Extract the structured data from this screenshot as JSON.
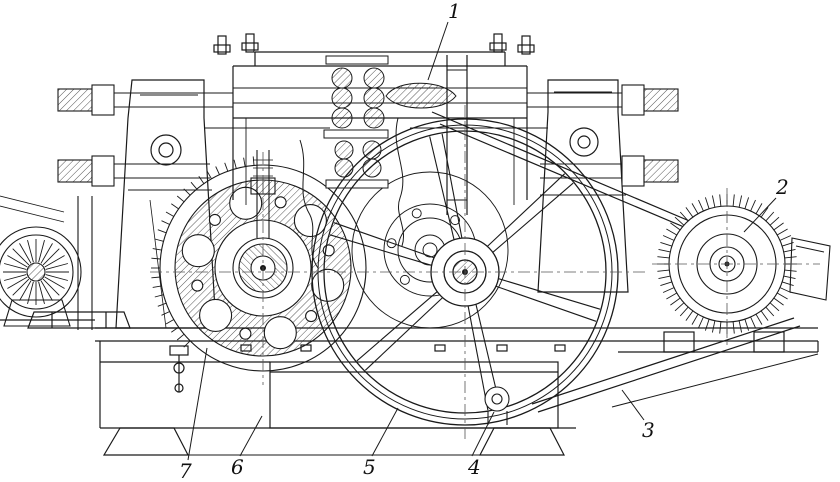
{
  "figure": {
    "kind": "engineering-line-drawing",
    "callouts": [
      {
        "label": "1"
      },
      {
        "label": "2"
      },
      {
        "label": "3"
      },
      {
        "label": "4"
      },
      {
        "label": "5"
      },
      {
        "label": "6"
      },
      {
        "label": "7"
      }
    ]
  }
}
